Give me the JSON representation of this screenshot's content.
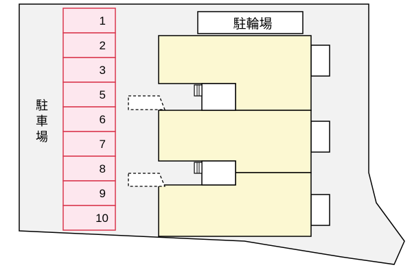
{
  "parking": {
    "label_chars": [
      "駐",
      "車",
      "場"
    ],
    "spaces": [
      "1",
      "2",
      "3",
      "5",
      "6",
      "7",
      "8",
      "9",
      "10"
    ]
  },
  "bicycle_parking": {
    "label": "駐輪場"
  },
  "colors": {
    "site": "#f2f2f2",
    "parking_fill": "#fde7ee",
    "parking_stroke": "#d9364d",
    "building_fill": "#fcf8d2",
    "line": "#000000"
  }
}
